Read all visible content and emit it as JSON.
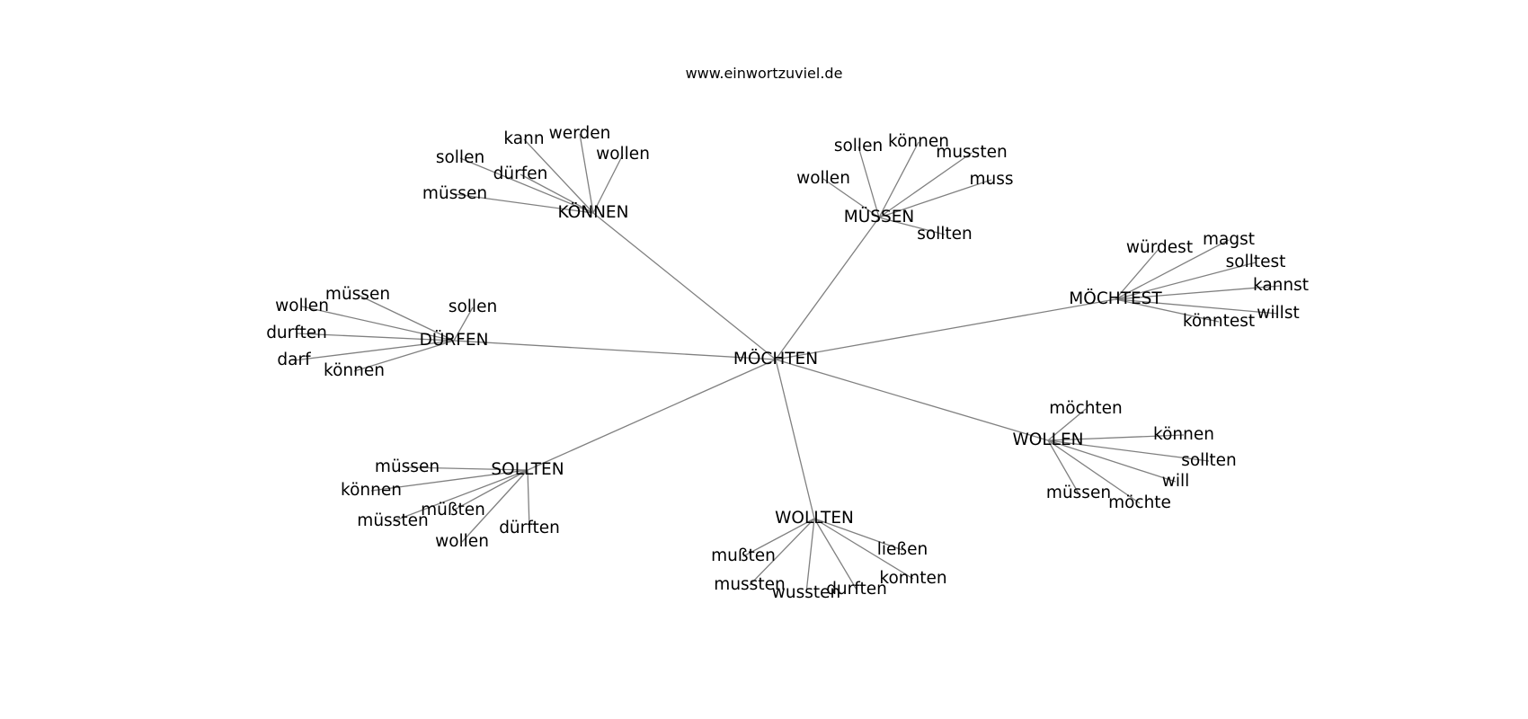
{
  "title": "www.einwortzuviel.de",
  "colors": {
    "edge": "#808080",
    "text": "#000000",
    "background": "#ffffff"
  },
  "graph": {
    "center": "MÖCHTEN",
    "hubs": [
      {
        "id": "konnen",
        "label": "KÖNNEN",
        "children": [
          "kann",
          "werden",
          "sollen",
          "wollen",
          "dürfen",
          "müssen"
        ]
      },
      {
        "id": "mussen",
        "label": "MÜSSEN",
        "children": [
          "sollen",
          "können",
          "mussten",
          "wollen",
          "muss",
          "sollten"
        ]
      },
      {
        "id": "mochtest",
        "label": "MÖCHTEST",
        "children": [
          "würdest",
          "magst",
          "solltest",
          "kannst",
          "willst",
          "könntest"
        ]
      },
      {
        "id": "durfen",
        "label": "DÜRFEN",
        "children": [
          "müssen",
          "wollen",
          "sollen",
          "durften",
          "darf",
          "können"
        ]
      },
      {
        "id": "wollen",
        "label": "WOLLEN",
        "children": [
          "möchten",
          "können",
          "sollten",
          "will",
          "müssen",
          "möchte"
        ]
      },
      {
        "id": "sollten",
        "label": "SOLLTEN",
        "children": [
          "müssen",
          "können",
          "müßten",
          "müssten",
          "dürften",
          "wollen"
        ]
      },
      {
        "id": "wollten",
        "label": "WOLLTEN",
        "children": [
          "ließen",
          "mußten",
          "konnten",
          "mussten",
          "durften",
          "wussten"
        ]
      }
    ]
  }
}
